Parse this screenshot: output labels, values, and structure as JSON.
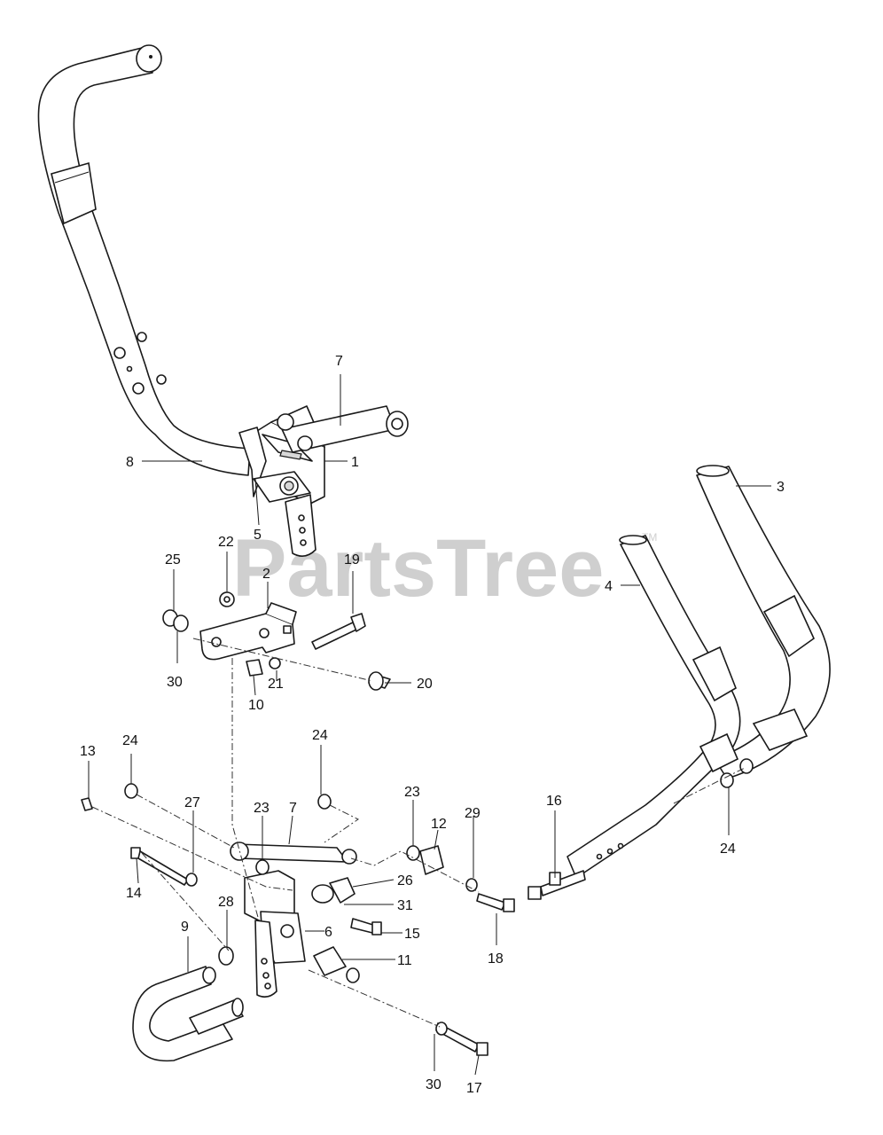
{
  "watermark": {
    "text": "PartsTree",
    "trademark": "TM"
  },
  "callouts": {
    "c1": "1",
    "c2": "2",
    "c3": "3",
    "c4": "4",
    "c5": "5",
    "c6": "6",
    "c7a": "7",
    "c7b": "7",
    "c8": "8",
    "c9": "9",
    "c10": "10",
    "c11": "11",
    "c12": "12",
    "c13": "13",
    "c14": "14",
    "c15": "15",
    "c16": "16",
    "c17": "17",
    "c18": "18",
    "c19": "19",
    "c20": "20",
    "c21": "21",
    "c22": "22",
    "c23a": "23",
    "c23b": "23",
    "c24a": "24",
    "c24b": "24",
    "c24c": "24",
    "c25": "25",
    "c26": "26",
    "c27": "27",
    "c28": "28",
    "c29": "29",
    "c30a": "30",
    "c30b": "30",
    "c31": "31"
  }
}
